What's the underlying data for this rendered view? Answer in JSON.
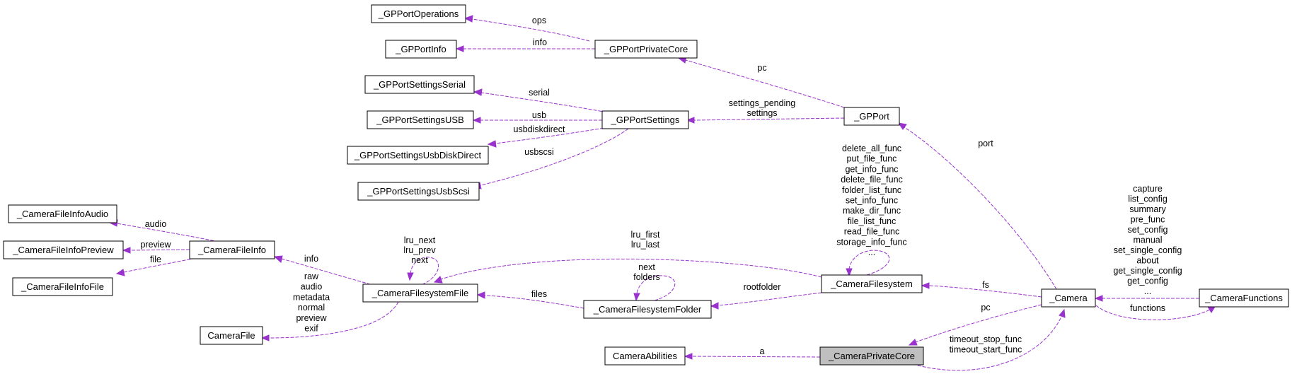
{
  "nodes": {
    "gpportoperations": "_GPPortOperations",
    "gpportinfo": "_GPPortInfo",
    "gpportprivatecore": "_GPPortPrivateCore",
    "gpportsettingsserial": "_GPPortSettingsSerial",
    "gpportsettingsusb": "_GPPortSettingsUSB",
    "gpportsettings": "_GPPortSettings",
    "gpportsettingsusbdiskdirect": "_GPPortSettingsUsbDiskDirect",
    "gpportsettingsusbscsi": "_GPPortSettingsUsbScsi",
    "gpport": "_GPPort",
    "camerafileinfoaudio": "_CameraFileInfoAudio",
    "camerafileinfopreview": "_CameraFileInfoPreview",
    "camerafileinfofile": "_CameraFileInfoFile",
    "camerafileinfo": "_CameraFileInfo",
    "camerafile": "CameraFile",
    "camerafilesystemfile": "_CameraFilesystemFile",
    "camerafilesystemfolder": "_CameraFilesystemFolder",
    "camerafilesystem": "_CameraFilesystem",
    "camera": "_Camera",
    "camerafunctions": "_CameraFunctions",
    "cameraabilities": "CameraAbilities",
    "cameraprivatecore": "_CameraPrivateCore"
  },
  "edge_labels": {
    "ops": "ops",
    "info_portinfo": "info",
    "pc_port": "pc",
    "serial": "serial",
    "usb": "usb",
    "usbdiskdirect": "usbdiskdirect",
    "usbscsi": "usbscsi",
    "settings": [
      "settings_pending",
      "settings"
    ],
    "port": "port",
    "audio": "audio",
    "preview": "preview",
    "file": "file",
    "info_fileinfo": "info",
    "fsfile_self": [
      "lru_next",
      "lru_prev",
      "next"
    ],
    "camerafile": [
      "raw",
      "audio",
      "metadata",
      "normal",
      "preview",
      "exif"
    ],
    "files": "files",
    "folder_self": [
      "next",
      "folders"
    ],
    "rootfolder": "rootfolder",
    "lru": [
      "lru_first",
      "lru_last"
    ],
    "fs_self": [
      "delete_all_func",
      "put_file_func",
      "get_info_func",
      "delete_file_func",
      "folder_list_func",
      "set_info_func",
      "make_dir_func",
      "file_list_func",
      "read_file_func",
      "storage_info_func",
      "..."
    ],
    "fs": "fs",
    "functions_list": [
      "capture",
      "list_config",
      "summary",
      "pre_func",
      "set_config",
      "manual",
      "set_single_config",
      "about",
      "get_single_config",
      "get_config",
      "..."
    ],
    "functions": "functions",
    "pc_camera": "pc",
    "a": "a",
    "timeout": [
      "timeout_stop_func",
      "timeout_start_func"
    ]
  }
}
